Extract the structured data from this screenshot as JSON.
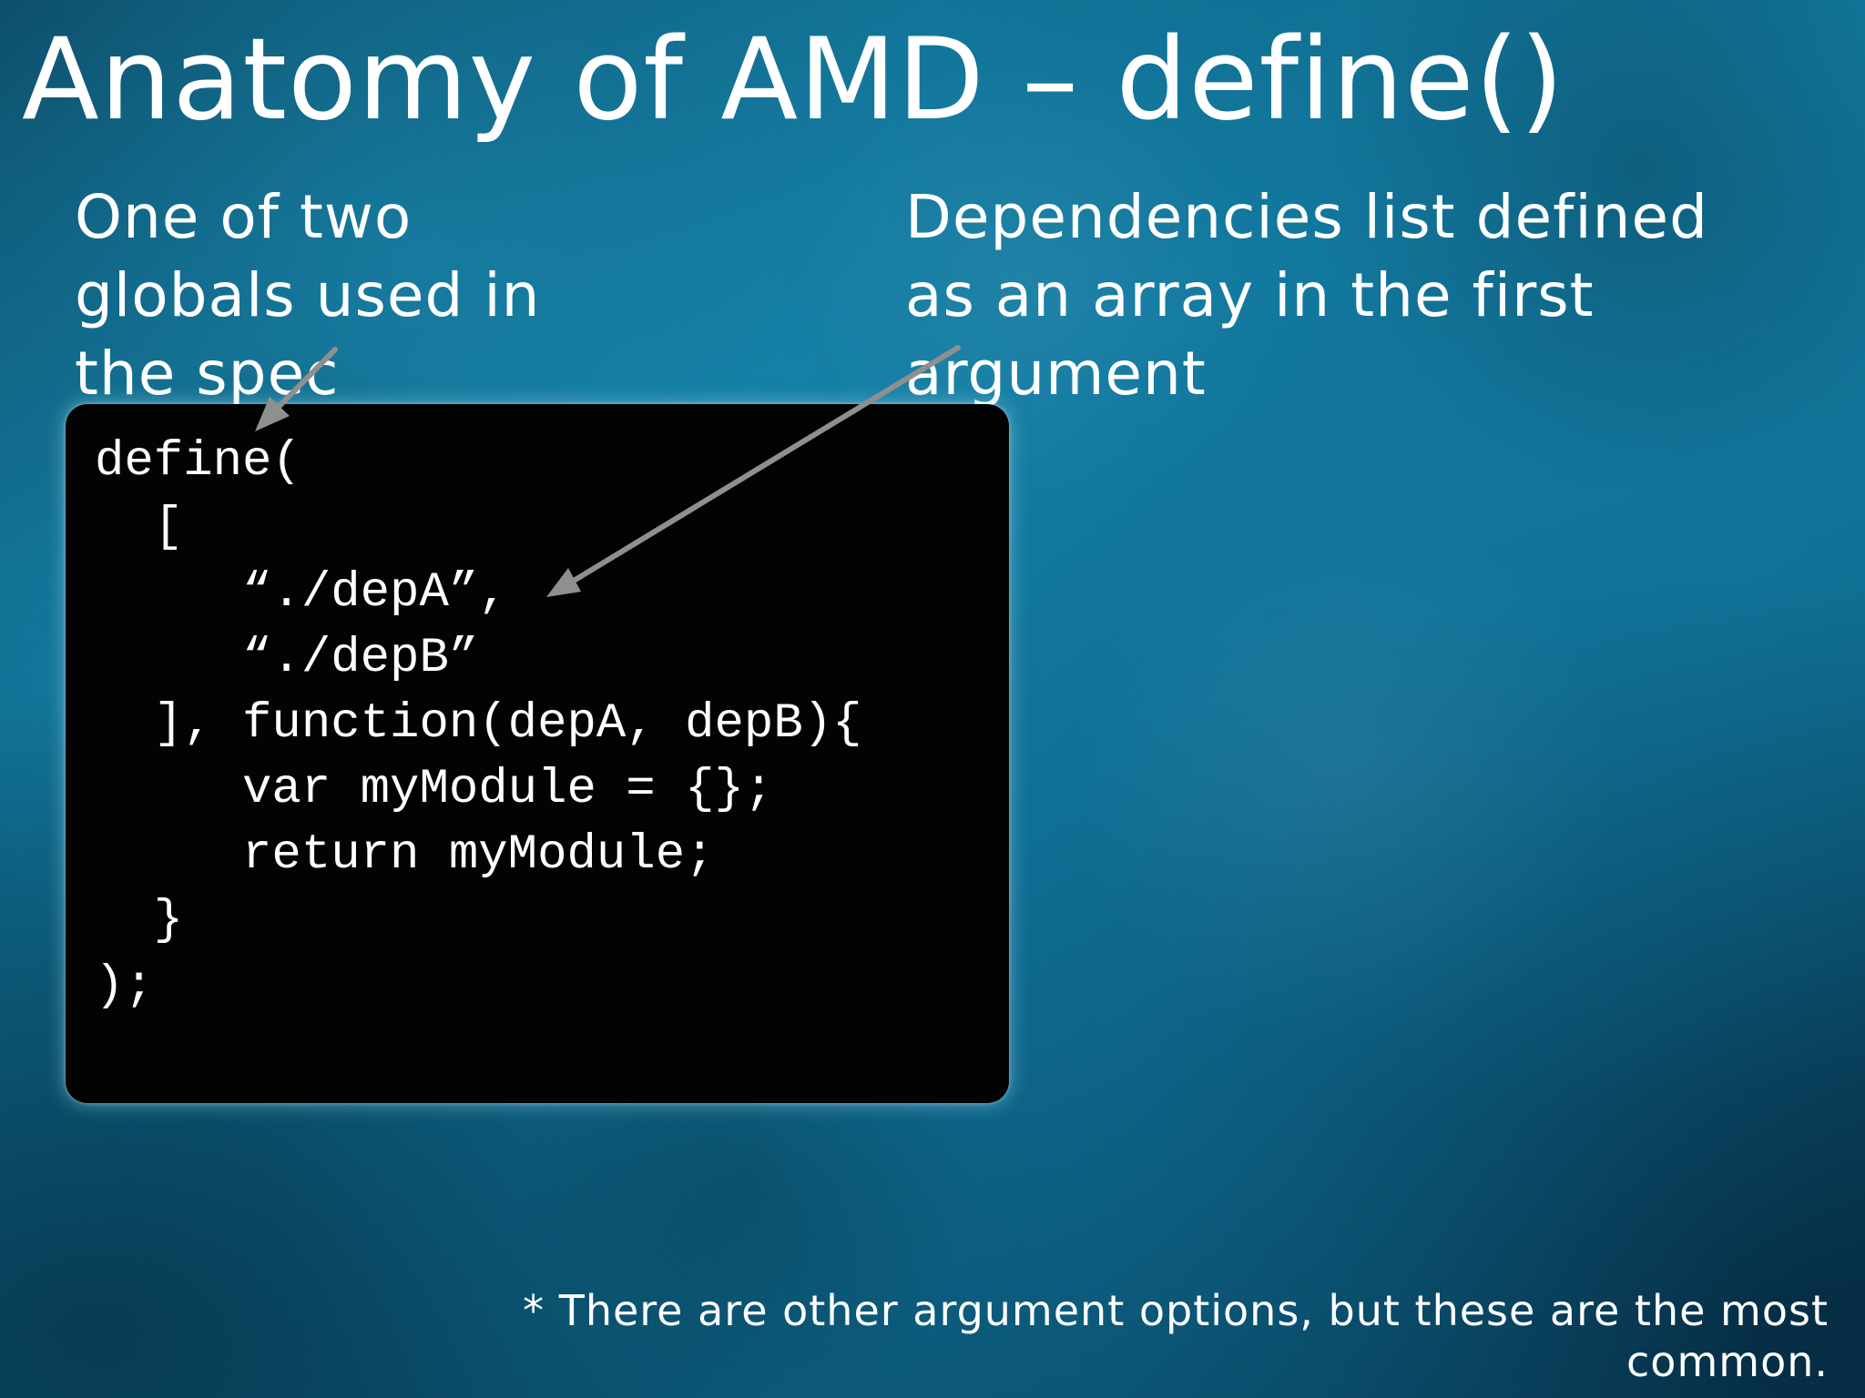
{
  "slide": {
    "title": "Anatomy of AMD – define()",
    "annotation_left": {
      "lines": [
        "One of two",
        "globals used in",
        "the spec"
      ]
    },
    "annotation_right": {
      "lines": [
        "Dependencies list defined",
        "as an array in the first",
        "argument"
      ]
    },
    "code": {
      "lines": [
        "define(",
        "  [",
        "     “./depA”,",
        "     “./depB”",
        "  ], function(depA, depB){",
        "     var myModule = {};",
        "     return myModule;",
        "  }",
        ");"
      ]
    },
    "footnote": {
      "lines": [
        "* There are other argument options, but these are the most",
        "common."
      ]
    },
    "colors": {
      "background": "#11779c",
      "code_background": "#030303",
      "arrow": "#8f8f8f",
      "text": "#ffffff"
    }
  }
}
